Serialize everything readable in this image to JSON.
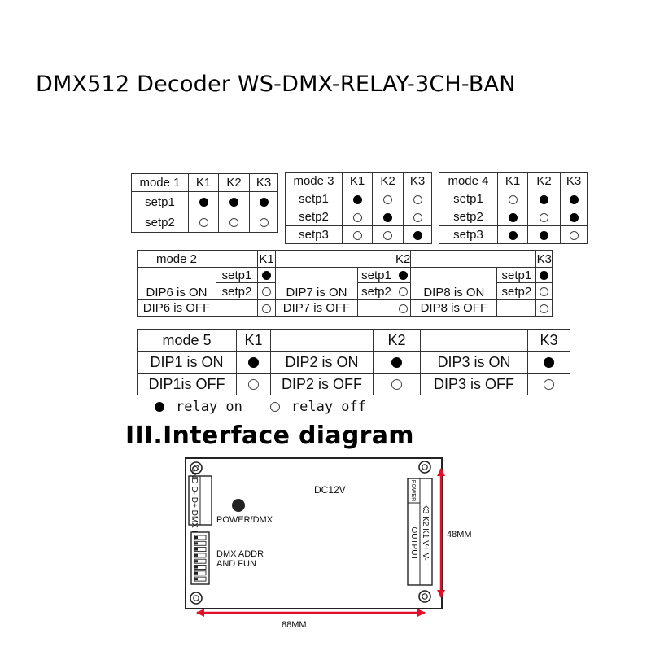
{
  "title": "DMX512 Decoder WS-DMX-RELAY-3CH-BAN",
  "mode1": {
    "header": [
      "mode 1",
      "K1",
      "K2",
      "K3"
    ],
    "rows": [
      {
        "label": "setp1",
        "states": [
          "on",
          "on",
          "on"
        ]
      },
      {
        "label": "setp2",
        "states": [
          "off",
          "off",
          "off"
        ]
      }
    ]
  },
  "mode3": {
    "header": [
      "mode 3",
      "K1",
      "K2",
      "K3"
    ],
    "rows": [
      {
        "label": "setp1",
        "states": [
          "on",
          "off",
          "off"
        ]
      },
      {
        "label": "setp2",
        "states": [
          "off",
          "on",
          "off"
        ]
      },
      {
        "label": "setp3",
        "states": [
          "off",
          "off",
          "on"
        ]
      }
    ]
  },
  "mode4": {
    "header": [
      "mode 4",
      "K1",
      "K2",
      "K3"
    ],
    "rows": [
      {
        "label": "setp1",
        "states": [
          "off",
          "on",
          "on"
        ]
      },
      {
        "label": "setp2",
        "states": [
          "on",
          "off",
          "on"
        ]
      },
      {
        "label": "setp3",
        "states": [
          "on",
          "on",
          "off"
        ]
      }
    ]
  },
  "mode2": {
    "header": "mode 2",
    "groups": [
      {
        "relay": "K1",
        "dip_on": "DIP6 is ON",
        "dip_off": "DIP6 is OFF",
        "step1": "setp1",
        "step2": "setp2",
        "state_step1": "on",
        "state_step2": "off",
        "state_off": "off"
      },
      {
        "relay": "K2",
        "dip_on": "DIP7 is ON",
        "dip_off": "DIP7 is OFF",
        "step1": "setp1",
        "step2": "setp2",
        "state_step1": "on",
        "state_step2": "off",
        "state_off": "off"
      },
      {
        "relay": "K3",
        "dip_on": "DIP8 is ON",
        "dip_off": "DIP8 is OFF",
        "step1": "setp1",
        "step2": "setp2",
        "state_step1": "on",
        "state_step2": "off",
        "state_off": "off"
      }
    ]
  },
  "mode5": {
    "header": "mode 5",
    "groups": [
      {
        "relay": "K1",
        "on_label": "DIP1 is ON",
        "off_label": "DIP1is OFF",
        "state_on": "on",
        "state_off": "off"
      },
      {
        "relay": "K2",
        "on_label": "DIP2 is ON",
        "off_label": "DIP2 is OFF",
        "state_on": "on",
        "state_off": "off"
      },
      {
        "relay": "K3",
        "on_label": "DIP3 is ON",
        "off_label": "DIP3 is OFF",
        "state_on": "on",
        "state_off": "off"
      }
    ]
  },
  "legend": {
    "on": "relay on",
    "off": "relay off"
  },
  "section_title": "III.Interface diagram",
  "diagram": {
    "input_terminal": "GND D- D+ DMX IN",
    "power_label": "POWER/DMX",
    "voltage": "DC12V",
    "dip_label_1": "DMX ADDR",
    "dip_label_2": "AND FUN",
    "power_terminal": "POWER",
    "out_terminal": "K3 K2 K1 V+ V-",
    "output_label": "OUTPUT",
    "height_dim": "48MM",
    "width_dim": "88MM",
    "dip_switch_count": 8
  },
  "colors": {
    "dimension_arrows": "#e0102a",
    "relay_on": "#000000",
    "relay_off": "#ffffff"
  }
}
